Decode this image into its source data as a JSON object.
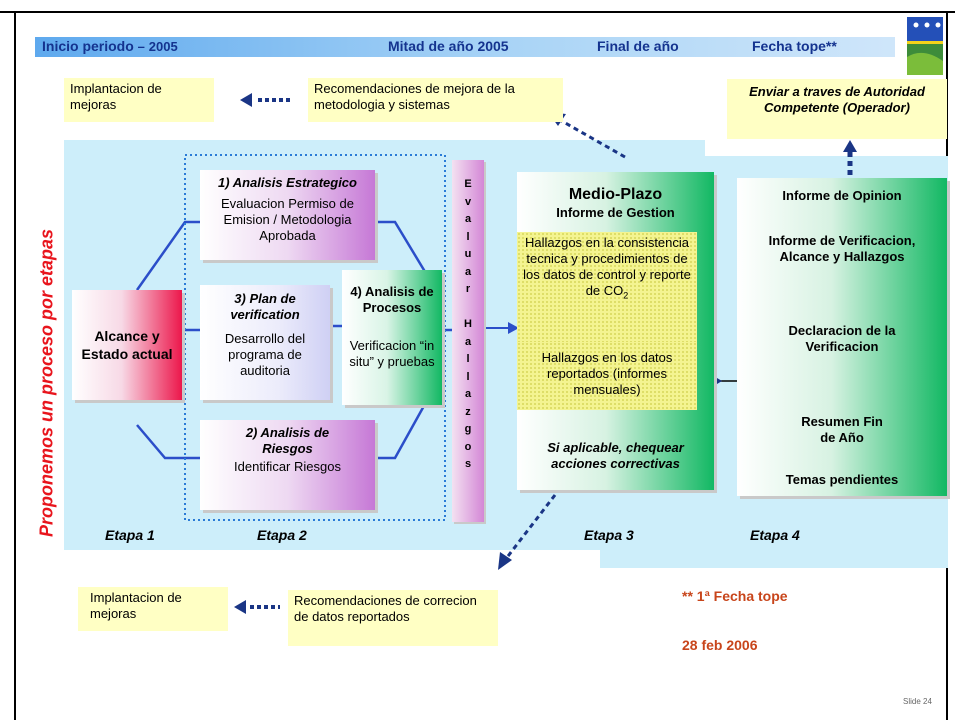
{
  "timeline": {
    "inicio": "Inicio periodo",
    "inicio_dash": "–",
    "inicio_year": "2005",
    "mitad": "Mitad de año 2005",
    "final": "Final de año",
    "fecha_tope": "Fecha tope**"
  },
  "top_left_note": "Implantacion de mejoras",
  "top_mid_note": "Recomendaciones de mejora de la metodologia y sistemas",
  "top_right_note": "Enviar a traves de Autoridad Competente (Operador)",
  "vertical_title": "Proponemos un proceso por etapas",
  "alcance": "Alcance y Estado actual",
  "analisis_estrategico": {
    "title": "1) Analisis Estrategico",
    "body": "Evaluacion Permiso de Emision / Metodologia Aprobada"
  },
  "plan_verificacion": {
    "title": "3) Plan de verification",
    "body": "Desarrollo del programa de auditoria"
  },
  "analisis_procesos": {
    "title": "4) Analisis de Procesos",
    "body": "Verificacion “in situ” y pruebas"
  },
  "analisis_riesgos": {
    "title": "2) Analisis de Riesgos",
    "body": "Identificar Riesgos"
  },
  "evaluar_hallazgos": [
    "E",
    "v",
    "a",
    "l",
    "u",
    "a",
    "r",
    "",
    "H",
    "a",
    "l",
    "l",
    "a",
    "z",
    "g",
    "o",
    "s"
  ],
  "medio_plazo": {
    "title": "Medio-Plazo",
    "subtitle": "Informe de Gestion",
    "hallazgos1_pre": "Hallazgos en la consistencia tecnica y procedimientos de los datos de control y reporte de CO",
    "hallazgos1_sub": "2",
    "hallazgos2": "Hallazgos en los datos reportados (informes mensuales)",
    "footer": "Si aplicable, chequear acciones correctivas"
  },
  "final_items": [
    "Informe de Opinion",
    "Informe de Verificacion, Alcance y Hallazgos",
    "Declaracion de la Verificacion",
    "Resumen Fin de Año",
    "Temas pendientes"
  ],
  "stages": [
    "Etapa 1",
    "Etapa 2",
    "Etapa 3",
    "Etapa 4"
  ],
  "bottom_left_note": "Implantacion de mejoras",
  "bottom_mid_note": "Recomendaciones de correcion de datos reportados",
  "fecha_tope_note": "** 1ª Fecha tope",
  "fecha_tope_date": "28 feb 2006",
  "slide_number": "Slide 24",
  "colors": {
    "panel": "#cdeefa",
    "header_band": "#8fc3f0",
    "title_red": "#e8141c",
    "header_text": "#14338f",
    "cream": "#ffffc4",
    "orange": "#c8451b",
    "connector": "#2b4ec9"
  }
}
